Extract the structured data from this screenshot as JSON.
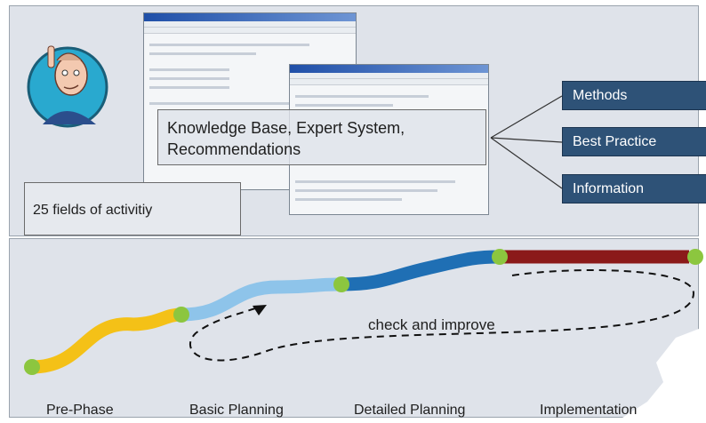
{
  "top": {
    "knowledge_line1": "Knowledge Base, Expert System,",
    "knowledge_line2": "Recommendations",
    "fields": "25 fields of activitiy",
    "tags": [
      "Methods",
      "Best Practice",
      "Information"
    ]
  },
  "bottom": {
    "cycle_label": "check and improve",
    "phases": [
      "Pre-Phase",
      "Basic Planning",
      "Detailed Planning",
      "Implementation"
    ]
  },
  "colors": {
    "phase1": "#f4c117",
    "phase2": "#8ec4ea",
    "phase3": "#1f6fb4",
    "phase4": "#8b1a1a",
    "node": "#8cc63f",
    "tag_bg": "#2e5277"
  }
}
